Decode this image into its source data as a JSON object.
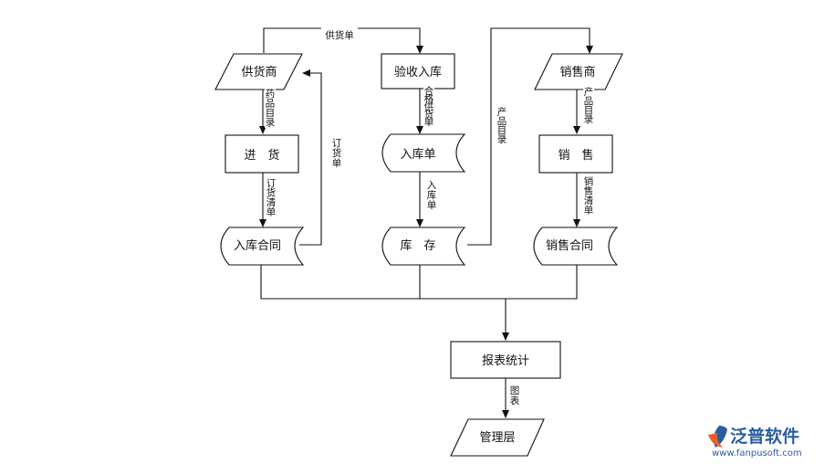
{
  "diagram": {
    "nodes": {
      "supplier": "供货商",
      "inspection": "验收入库",
      "sales_customer": "销售商",
      "purchase": "进　货",
      "storage_order": "入库单",
      "sales": "销　售",
      "purchase_contract": "入库合同",
      "inventory": "库　存",
      "sales_contract": "销售合同",
      "report": "报表统计",
      "management": "管理层"
    },
    "edges": {
      "supply_order": "供货单",
      "drug_catalog": [
        "药",
        "品",
        "目",
        "录"
      ],
      "order_list_back": [
        "订",
        "货",
        "单"
      ],
      "order_list": [
        "订",
        "货",
        "清",
        "单"
      ],
      "qualified_supply": [
        "合",
        "格",
        "供",
        "货",
        "单"
      ],
      "storage_order_label": [
        "入",
        "库",
        "单"
      ],
      "product_catalog_a": [
        "产",
        "品",
        "目",
        "录"
      ],
      "product_catalog_b": [
        "产",
        "品",
        "目",
        "录"
      ],
      "sales_list": [
        "销",
        "售",
        "清",
        "单"
      ],
      "chart": [
        "图",
        "表"
      ]
    }
  },
  "logo": {
    "name": "泛普软件",
    "url": "www.fanpusoft.com",
    "colors": {
      "blue": "#2a5d9f",
      "orange": "#e8622a"
    }
  }
}
